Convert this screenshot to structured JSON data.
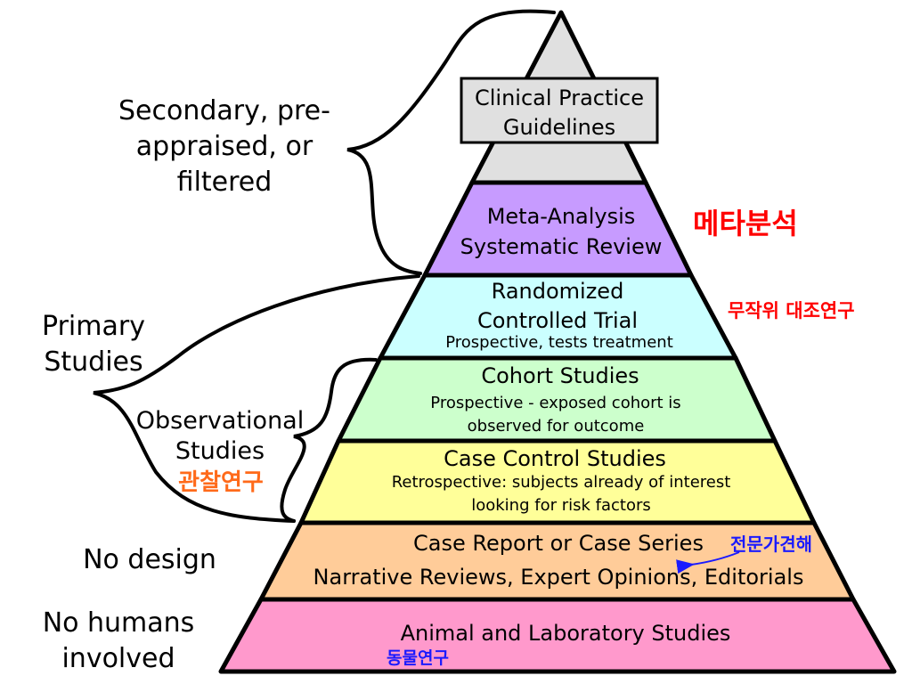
{
  "colors": {
    "guidelines": "#e0e0e0",
    "meta": "#c79bff",
    "rct": "#cbffff",
    "cohort": "#ccffcc",
    "case_control": "#ffff99",
    "case_report": "#ffcc99",
    "animal": "#ff99cc",
    "korean_red": "#ff0000",
    "korean_orange": "#ff6a1a",
    "korean_blue": "#1a1aff"
  },
  "tiers": {
    "guidelines": {
      "line1": "Clinical Practice",
      "line2": "Guidelines"
    },
    "meta": {
      "line1": "Meta-Analysis",
      "line2": "Systematic Review",
      "korean": "메타분석"
    },
    "rct": {
      "line1": "Randomized",
      "line2": "Controlled Trial",
      "sub": "Prospective, tests treatment",
      "korean": "무작위 대조연구"
    },
    "cohort": {
      "title": "Cohort Studies",
      "sub1": "Prospective - exposed cohort is",
      "sub2": "observed for outcome"
    },
    "case_control": {
      "title": "Case Control Studies",
      "sub1": "Retrospective: subjects already of interest",
      "sub2": "looking for risk factors"
    },
    "case_report": {
      "line1": "Case Report or Case Series",
      "line2": "Narrative Reviews, Expert Opinions, Editorials",
      "korean": "전문가견해"
    },
    "animal": {
      "title": "Animal and Laboratory Studies",
      "korean": "동물연구"
    }
  },
  "side_labels": {
    "secondary": {
      "line1": "Secondary, pre-",
      "line2": "appraised, or",
      "line3": "filtered"
    },
    "primary": {
      "line1": "Primary",
      "line2": "Studies"
    },
    "observational": {
      "line1": "Observational",
      "line2": "Studies",
      "korean": "관찰연구"
    },
    "no_design": "No design",
    "no_humans": {
      "line1": "No humans",
      "line2": "involved"
    }
  }
}
